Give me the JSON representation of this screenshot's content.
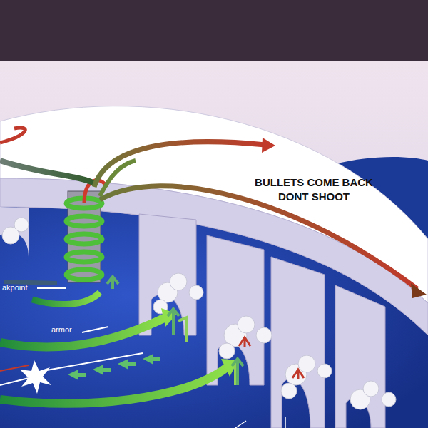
{
  "diagram": {
    "labels": [
      "BULLETS COME BACK DONT SHOOT",
      "armor",
      "akpoint"
    ]
  }
}
